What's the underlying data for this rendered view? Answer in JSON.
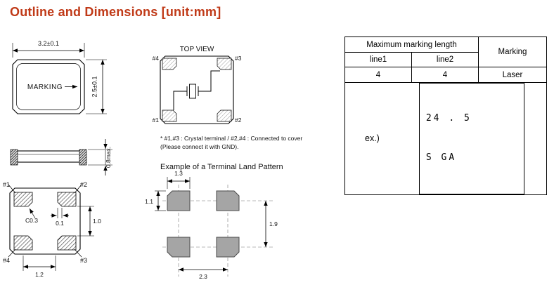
{
  "colors": {
    "title_accent": "#c03a18",
    "land_pad_fill": "#a5a5a5"
  },
  "title": "Outline and Dimensions [unit:mm]",
  "package_top_view": {
    "marking_label": "MARKING",
    "width_dim": "3.2±0.1",
    "height_dim": "2.5±0.1"
  },
  "side_view": {
    "thickness_dim": "0.8max."
  },
  "bottom_view": {
    "pad1": "#1",
    "pad2": "#2",
    "pad3": "#3",
    "pad4": "#4",
    "chamfer_dim": "C0.3",
    "offset_dim": "0.1",
    "vertical_dim": "1.0",
    "horizontal_dim": "1.2"
  },
  "top_view": {
    "label": "TOP VIEW",
    "corner_tl": "#4",
    "corner_tr": "#3",
    "corner_bl": "#1",
    "corner_br": "#2",
    "note_line1": "* #1,#3 : Crystal terminal / #2,#4 : Connected to cover",
    "note_line2": "(Please connect it with GND)."
  },
  "land_pattern": {
    "title": "Example of a Terminal Land Pattern",
    "pad_width_dim": "1.3",
    "pad_height_dim": "1.1",
    "vertical_pitch_dim": "1.9",
    "horizontal_pitch_dim": "2.3"
  },
  "marking_table": {
    "header": "Maximum marking length",
    "marking_col": "Marking",
    "line1_label": "line1",
    "line2_label": "line2",
    "line1_value": "4",
    "line2_value": "4",
    "method": "Laser",
    "example_label": "ex.)",
    "example_row1": "24 . 5",
    "example_row2": "S GA"
  }
}
